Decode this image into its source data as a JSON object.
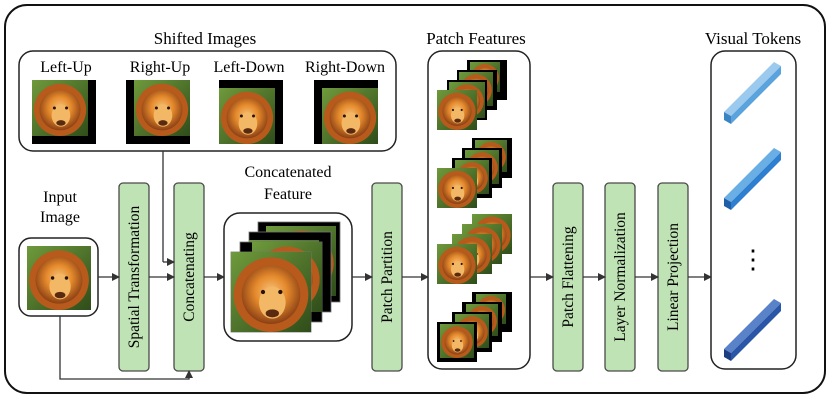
{
  "shifted": {
    "title": "Shifted Images",
    "items": [
      "Left-Up",
      "Right-Up",
      "Left-Down",
      "Right-Down"
    ]
  },
  "input": {
    "line1": "Input",
    "line2": "Image"
  },
  "blocks": {
    "spatial": "Spatial Transformation",
    "concat": "Concatenating",
    "partition": "Patch Partition",
    "flatten": "Patch Flattening",
    "layernorm": "Layer Normalization",
    "linear": "Linear Projection"
  },
  "concat_feature": {
    "line1": "Concatenated",
    "line2": "Feature"
  },
  "patch_features": {
    "title": "Patch Features"
  },
  "tokens": {
    "title": "Visual Tokens",
    "ellipsis": "⋮"
  },
  "colors": {
    "block_fill": "#bfe3b4",
    "block_stroke": "#4a4a4a",
    "token_light": "#5aa3dc",
    "token_mid": "#2f7fd0",
    "token_dark": "#2a56a8",
    "lion_light": "#f0a33a",
    "lion_dark": "#8a3a10"
  }
}
